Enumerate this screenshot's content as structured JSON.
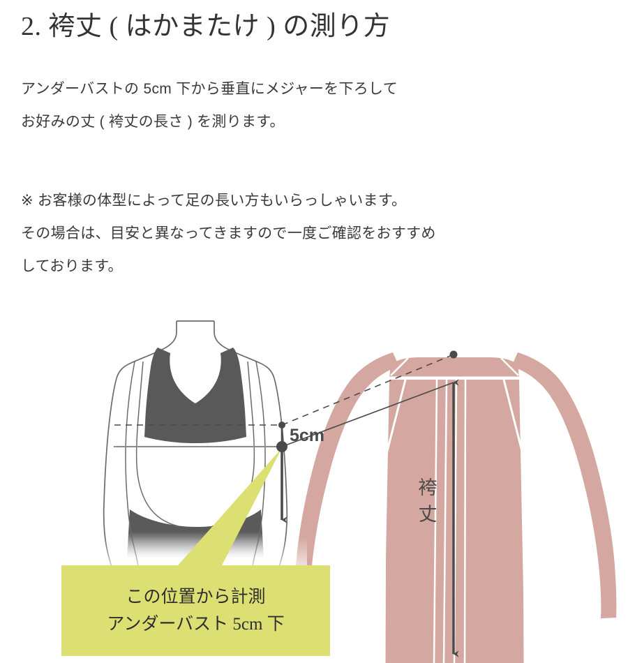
{
  "page": {
    "title": "2. 袴丈 ( はかまたけ ) の測り方",
    "background_color": "#ffffff",
    "text_color": "#333333"
  },
  "intro_paragraph": {
    "line1": "アンダーバストの 5cm 下から垂直にメジャーを下ろして",
    "line2": "お好みの丈 ( 袴丈の長さ ) を測ります。"
  },
  "note_paragraph": {
    "line1": "※ お客様の体型によって足の長い方もいらっしゃいます。",
    "line2": "その場合は、目安と異なってきますので一度ご確認をおすすめ",
    "line3": "しております。"
  },
  "diagram": {
    "measurement_label": "5cm",
    "hakama_label": "袴丈",
    "body_figure_name": "female torso with sports bra and shorts",
    "garment_name": "hakama",
    "colors": {
      "underwear_gray": "#595959",
      "hakama_pink": "#d4a8a0",
      "pleat_white": "#ffffff",
      "outline_gray": "#6b6b6b",
      "arrow_gray": "#4a4a4a",
      "callout_yellow": "#dce072"
    }
  },
  "callout": {
    "line1": "この位置から計測",
    "line2": "アンダーバスト 5cm 下",
    "background_color": "#dce072"
  }
}
